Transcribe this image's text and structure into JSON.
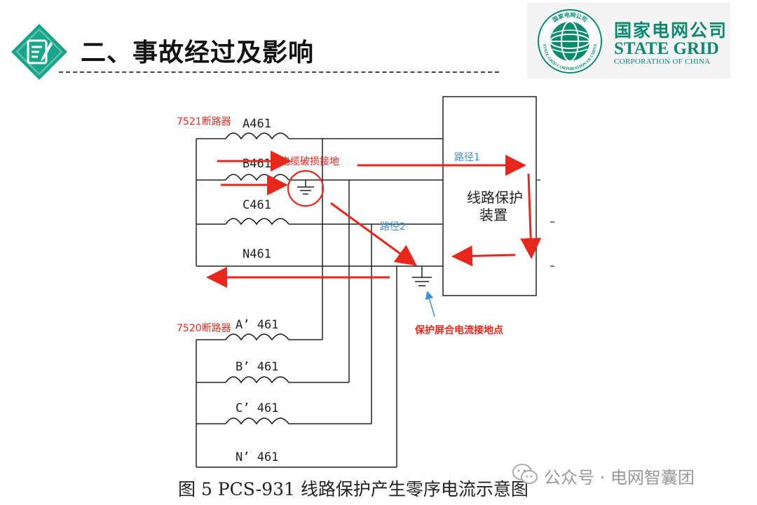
{
  "header": {
    "title": "二、事故经过及影响"
  },
  "logo": {
    "cn_name": "国家电网公司",
    "en_name": "STATE GRID",
    "en_sub": "CORPORATION OF CHINA",
    "ring_top": "国家电网公司",
    "ring_bottom": "STATE GRID CORPORATION OF CHINA"
  },
  "diagram": {
    "breaker_upper": "7521断路器",
    "breaker_lower": "7520断路器",
    "coils_upper": [
      "A461",
      "B461",
      "C461",
      "N461"
    ],
    "coils_lower": [
      "A’ 461",
      "B’ 461",
      "C’ 461",
      "N’ 461"
    ],
    "fault_label": "电缆破损接地",
    "path1": "路径1",
    "path2": "路径2",
    "device_label_line1": "线路保护",
    "device_label_line2": "装置",
    "ground_point_label": "保护屏合电流接地点",
    "colors": {
      "arrow": "#e8271c",
      "path_text": "#3d8fe0",
      "wire": "#222222"
    }
  },
  "caption": "图 5 PCS-931 线路保护产生零序电流示意图",
  "watermark": "公众号 · 电网智囊团"
}
